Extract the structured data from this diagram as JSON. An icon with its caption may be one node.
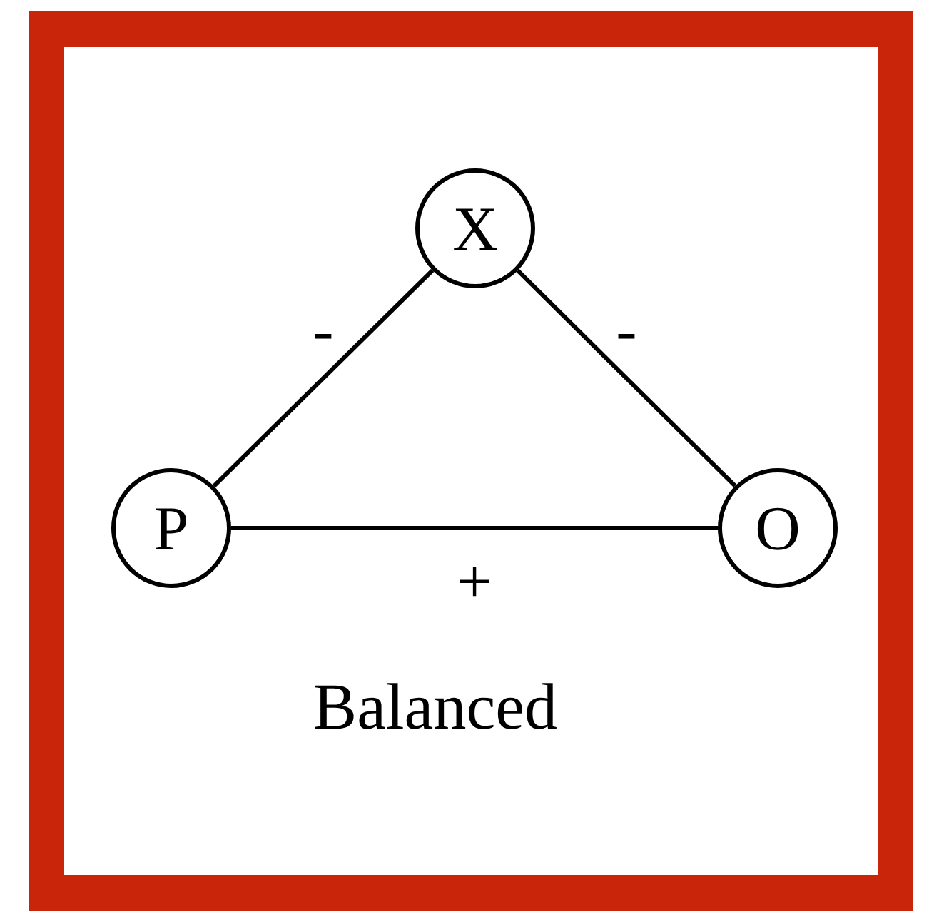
{
  "diagram": {
    "caption": "Balanced",
    "nodes": [
      {
        "text": [
          "X"
        ]
      },
      {
        "text": [
          "P"
        ]
      },
      {
        "text": [
          "O"
        ]
      }
    ],
    "edges": [
      {
        "from": 0,
        "to": 1,
        "arrow": "none",
        "label": "-"
      },
      {
        "from": 0,
        "to": 2,
        "arrow": "none",
        "label": "-"
      },
      {
        "from": 1,
        "to": 2,
        "arrow": "none",
        "label": "+"
      }
    ]
  }
}
